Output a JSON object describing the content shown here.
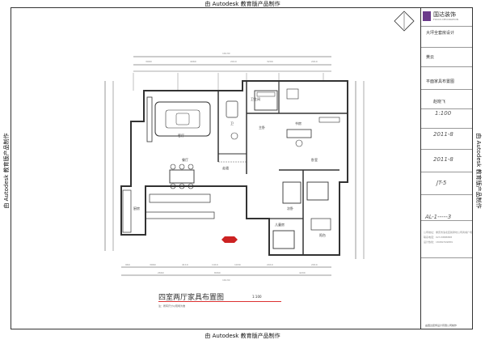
{
  "watermark": "由 Autodesk 教育版产品制作",
  "title_block": {
    "logo_name": "国达装饰",
    "logo_sub": "FOCUS DECORATION",
    "project": "大坪全套房设计",
    "owner": "黄云",
    "drawing_name": "平面家具布置图",
    "designer": "赵晓飞",
    "scale": "1:100",
    "date_1": "2011-8",
    "date_2": "2011-8",
    "page": "JT-5",
    "code": "AL-1-----3",
    "address_lines": [
      "公司地址：重庆市渝北区新牌坊公司商城广场",
      "联系电话：023-8888888",
      "设计热线：18982399889"
    ],
    "bottom": "由国达装饰设计有限公司制作"
  },
  "plan": {
    "caption": "四室两厅家具布置图",
    "caption_scale": "1:100",
    "note": "注：所有尺寸以现场为准",
    "rooms": [
      "客厅",
      "主卧",
      "卧室",
      "书房",
      "餐厅",
      "厨房",
      "走道",
      "卫生间",
      "卫",
      "次卧",
      "儿童房",
      "阳台"
    ],
    "dims_top": [
      "3960",
      "4060",
      "2010",
      "3200",
      "2910"
    ],
    "dims_top_total": "16130",
    "dims_bottom": [
      "960",
      "3960",
      "4110",
      "1410",
      "1930",
      "2010",
      "2910"
    ],
    "dims_bottom_total": "16130",
    "dims_bottom_sub": [
      "2660",
      "8060",
      "4200"
    ]
  },
  "colors": {
    "brand": "#6a3a8a",
    "wall": "#333333",
    "marker": "#cc2222"
  }
}
